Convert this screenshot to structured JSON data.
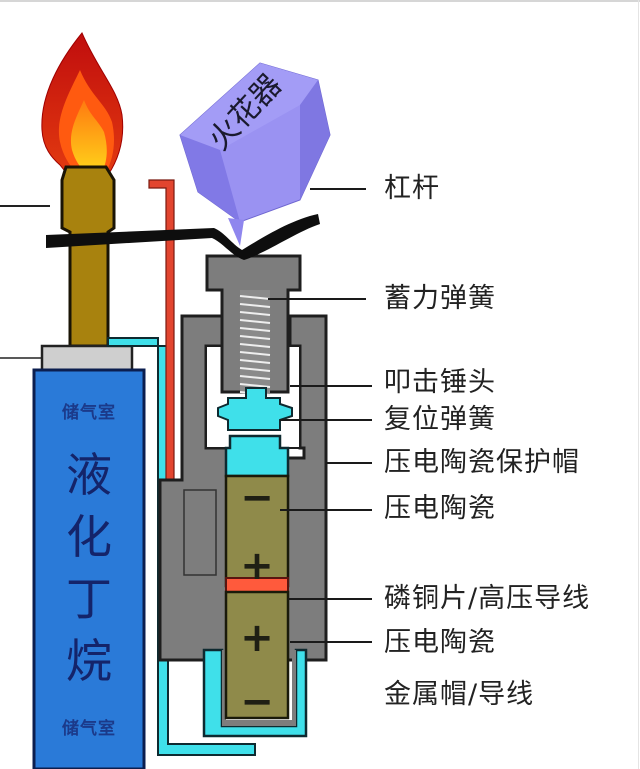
{
  "diagram": {
    "subject": "piezoelectric lighter structure",
    "spark_device_label": "火花器",
    "tank": {
      "main_label_chars": [
        "液",
        "化",
        "丁",
        "烷"
      ],
      "top_small_label": "储气室",
      "bottom_small_label": "储气室"
    },
    "crystal_signs": {
      "upper_top": "−",
      "upper_bottom": "+",
      "lower_top": "+",
      "lower_bottom": "−"
    },
    "callouts": [
      {
        "id": "lever",
        "text": "杠杆"
      },
      {
        "id": "energy-spring",
        "text": "蓄力弹簧"
      },
      {
        "id": "hammer-head",
        "text": "叩击锤头"
      },
      {
        "id": "reset-spring",
        "text": "复位弹簧"
      },
      {
        "id": "ceramic-cap",
        "text": "压电陶瓷保护帽"
      },
      {
        "id": "ceramic-upper",
        "text": "压电陶瓷"
      },
      {
        "id": "copper-sheet",
        "text": "磷铜片/高压导线"
      },
      {
        "id": "ceramic-lower",
        "text": "压电陶瓷"
      },
      {
        "id": "metal-cap",
        "text": "金属帽/导线"
      }
    ],
    "colors": {
      "tank_blue": "#2a7ad8",
      "nozzle_gold": "#a8820e",
      "housing_gray": "#7d7d7d",
      "cyan_parts": "#3fe0ea",
      "ceramic_olive": "#8f8a4a",
      "wire_red": "#e2452f",
      "spark_purple": "#8f86ee"
    }
  }
}
